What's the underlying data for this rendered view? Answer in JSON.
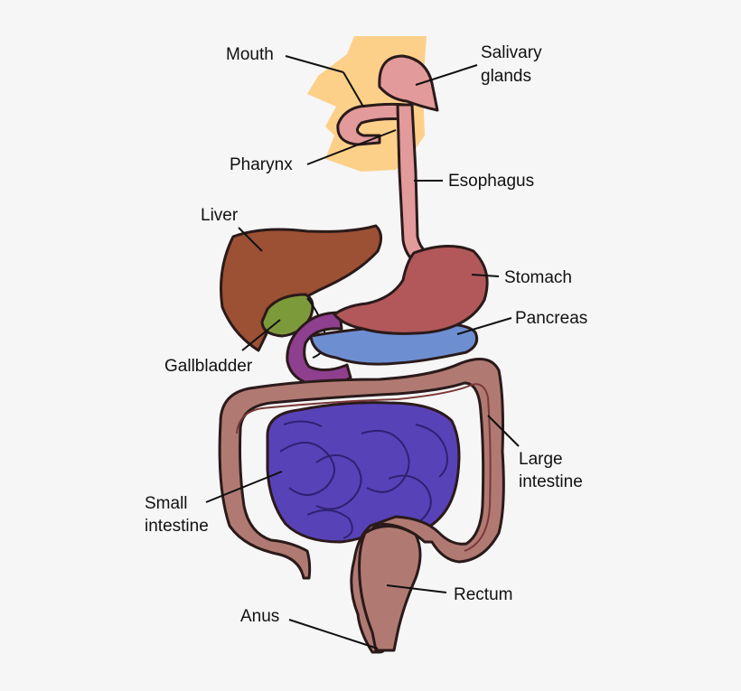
{
  "labels": {
    "mouth": "Mouth",
    "salivary_line1": "Salivary",
    "salivary_line2": "glands",
    "pharynx": "Pharynx",
    "esophagus": "Esophagus",
    "liver": "Liver",
    "stomach": "Stomach",
    "pancreas": "Pancreas",
    "gallbladder": "Gallbladder",
    "large_line1": "Large",
    "large_line2": "intestine",
    "small_line1": "Small",
    "small_line2": "intestine",
    "rectum": "Rectum",
    "anus": "Anus"
  },
  "colors": {
    "background": "#f6f6f6",
    "face": "#fdd08a",
    "upper_tract": "#e39a9a",
    "liver": "#9c5034",
    "gallbladder": "#7d9a3a",
    "stomach": "#b2585a",
    "duodenum": "#8e3f8e",
    "pancreas": "#6d8fd2",
    "small_intestine": "#5842b8",
    "large_intestine": "#b07a72"
  }
}
